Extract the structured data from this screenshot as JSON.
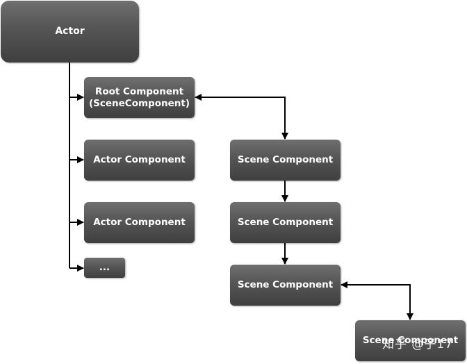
{
  "nodes": {
    "actor": "Actor",
    "root_component": "Root Component\n(SceneComponent)",
    "actor_component_1": "Actor Component",
    "actor_component_2": "Actor Component",
    "more": "...",
    "scene_component_1": "Scene Component",
    "scene_component_2": "Scene Component",
    "scene_component_3": "Scene Component",
    "scene_component_4": "Scene Component"
  },
  "watermark": "知乎 @子17"
}
